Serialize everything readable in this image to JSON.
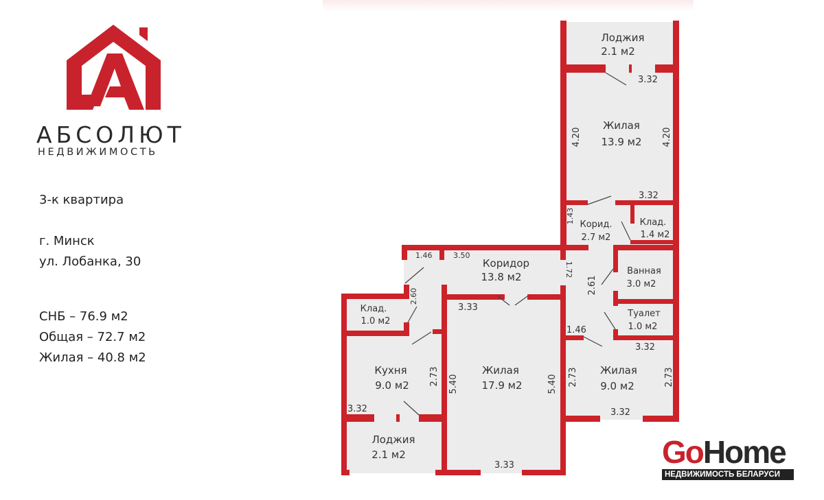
{
  "agency": {
    "name": "АБСОЛЮТ",
    "subtitle": "НЕДВИЖИМОСТЬ"
  },
  "listing": {
    "type": "3-к квартира",
    "city": "г. Минск",
    "street": "ул. Лобанка, 30",
    "snb": "СНБ – 76.9 м2",
    "total": "Общая – 72.7 м2",
    "living": "Жилая – 40.8 м2"
  },
  "rooms": {
    "loggia_top": {
      "name": "Лоджия",
      "area": "2.1 м2"
    },
    "bedroom_top": {
      "name": "Жилая",
      "area": "13.9 м2"
    },
    "corridor_small": {
      "name": "Корид.",
      "area": "2.7 м2"
    },
    "storage_right": {
      "name": "Клад.",
      "area": "1.4 м2"
    },
    "corridor": {
      "name": "Коридор",
      "area": "13.8 м2"
    },
    "bathroom": {
      "name": "Ванная",
      "area": "3.0 м2"
    },
    "toilet": {
      "name": "Туалет",
      "area": "1.0 м2"
    },
    "storage_left": {
      "name": "Клад.",
      "area": "1.0 м2"
    },
    "kitchen": {
      "name": "Кухня",
      "area": "9.0 м2"
    },
    "living_center": {
      "name": "Жилая",
      "area": "17.9 м2"
    },
    "bedroom_right": {
      "name": "Жилая",
      "area": "9.0 м2"
    },
    "loggia_bottom": {
      "name": "Лоджия",
      "area": "2.1 м2"
    }
  },
  "dimensions": {
    "d1": "3.32",
    "d2": "4.20",
    "d3": "4.20",
    "d4": "3.32",
    "d5": "1.43",
    "d6": "1.46",
    "d7": "3.50",
    "d8": "1.72",
    "d9": "2.61",
    "d10": "2.60",
    "d11": "3.33",
    "d12": "1.46",
    "d13": "3.32",
    "d14": "2.73",
    "d15": "5.40",
    "d16": "5.40",
    "d17": "2.73",
    "d18": "2.73",
    "d19": "3.32",
    "d20": "3.32",
    "d21": "3.33"
  },
  "gohome": {
    "go": "Go",
    "home": "Home",
    "tagline": "НЕДВИЖИМОСТЬ БЕЛАРУСИ"
  },
  "colors": {
    "wall": "#cc2229",
    "floor": "#ececec",
    "brand_red": "#c8232c"
  }
}
